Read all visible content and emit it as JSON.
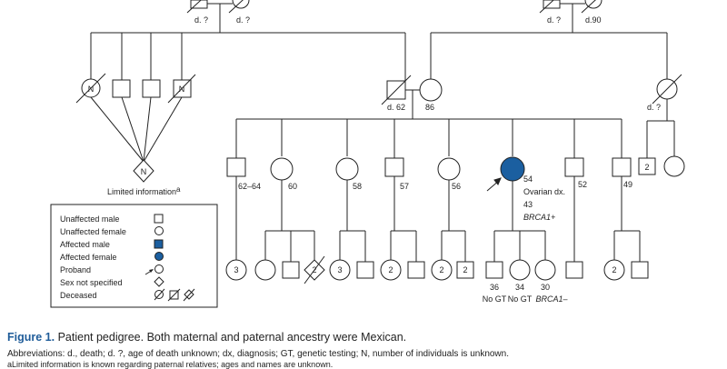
{
  "pedigree": {
    "top_left_labels": [
      "d. ?",
      "d. ?"
    ],
    "top_right_labels": [
      "d. ?",
      "d.90"
    ],
    "father_label": "d. 62",
    "mother_label": "86",
    "aunt_label": "d. ?",
    "unknown_number_marker": "N",
    "limited_info_label": "Limited information",
    "limited_info_mark": "a",
    "siblings": [
      {
        "sex": "male",
        "label": "62–64"
      },
      {
        "sex": "female",
        "label": "60"
      },
      {
        "sex": "female",
        "label": "58"
      },
      {
        "sex": "male",
        "label": "57"
      },
      {
        "sex": "female",
        "label": "56"
      },
      {
        "sex": "female",
        "label": "54",
        "affected": true,
        "proband": true
      },
      {
        "sex": "male",
        "label": "52"
      },
      {
        "sex": "male",
        "label": "49"
      }
    ],
    "proband_details": [
      "Ovarian dx.",
      "43",
      "BRCA1+"
    ],
    "aunt_children_count": "2",
    "grandchildren_counts": {
      "g1": "3",
      "g2": "2",
      "g3": "3",
      "g4": "2",
      "g5": "2",
      "g6": "2",
      "g7": "2"
    },
    "proband_children_ages": [
      "36",
      "34",
      "30"
    ],
    "genetic_testing_labels": [
      "No GT",
      "No GT",
      "BRCA1–"
    ],
    "colors": {
      "affected": "#1b5fa0",
      "line": "#222222",
      "caption_blue": "#1f5c99"
    }
  },
  "legend": {
    "items": [
      {
        "label": "Unaffected male",
        "icon": "square-open"
      },
      {
        "label": "Unaffected female",
        "icon": "circle-open"
      },
      {
        "label": "Affected male",
        "icon": "square-filled"
      },
      {
        "label": "Affected female",
        "icon": "circle-filled"
      },
      {
        "label": "Proband",
        "icon": "arrow-circle"
      },
      {
        "label": "Sex not specified",
        "icon": "diamond"
      },
      {
        "label": "Deceased",
        "icon": "slashed-symbols"
      }
    ]
  },
  "caption": {
    "figure_label": "Figure 1.",
    "figure_text": "Patient pedigree. Both maternal and paternal ancestry were Mexican.",
    "abbreviations": "Abbreviations: d., death; d. ?, age of death unknown; dx, diagnosis; GT, genetic testing; N, number of individuals is unknown.",
    "footnote": "aLimited information is known regarding paternal relatives; ages and names are unknown."
  }
}
